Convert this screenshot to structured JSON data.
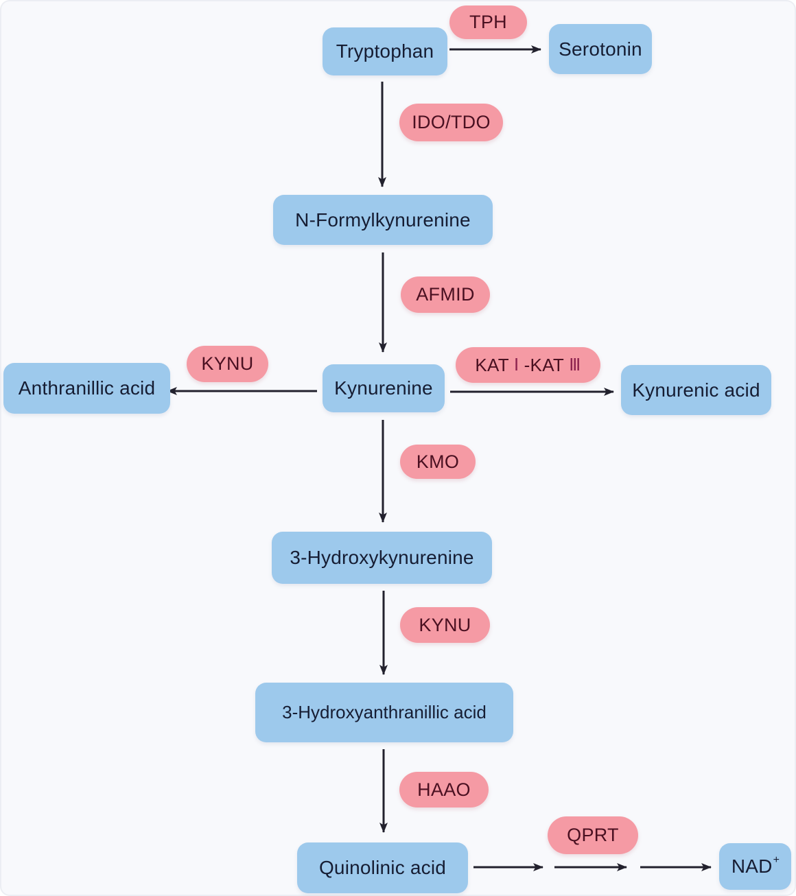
{
  "colors": {
    "background": "#f8f9fc",
    "metabolite_fill": "#9dc9ec",
    "metabolite_text": "#161d33",
    "enzyme_fill": "#f59aa4",
    "enzyme_text": "#4a1021",
    "kat_numeral_color": "#8e2450",
    "arrow": "#22212d"
  },
  "metabolites": {
    "tryptophan": {
      "label": "Tryptophan"
    },
    "serotonin": {
      "label": "Serotonin"
    },
    "formylkynurenine": {
      "label": "N-Formylkynurenine"
    },
    "anthranillic_acid": {
      "label": "Anthranillic acid"
    },
    "kynurenine": {
      "label": "Kynurenine"
    },
    "kynurenic_acid": {
      "label": "Kynurenic acid"
    },
    "hydroxykynurenine": {
      "label": "3-Hydroxykynurenine"
    },
    "hydroxyanthranillic_acid": {
      "label": "3-Hydroxyanthranillic acid"
    },
    "quinolinic_acid": {
      "label": "Quinolinic acid"
    },
    "nad": {
      "label": "NAD",
      "sup": "+"
    }
  },
  "enzymes": {
    "tph": {
      "label": "TPH"
    },
    "ido_tdo": {
      "label": "IDO/TDO"
    },
    "afmid": {
      "label": "AFMID"
    },
    "kynu_upper": {
      "label": "KYNU"
    },
    "kat": {
      "label": "KAT Ⅰ -KAT Ⅲ",
      "pre": "KAT",
      "numeral_1": "Ⅰ",
      "mid": "-KAT",
      "numeral_2": "Ⅲ"
    },
    "kmo": {
      "label": "KMO"
    },
    "kynu_lower": {
      "label": "KYNU"
    },
    "haao": {
      "label": "HAAO"
    },
    "qprt": {
      "label": "QPRT"
    }
  },
  "reactions": [
    {
      "from": "Tryptophan",
      "to": "Serotonin",
      "enzyme": "TPH"
    },
    {
      "from": "Tryptophan",
      "to": "N-Formylkynurenine",
      "enzyme": "IDO/TDO"
    },
    {
      "from": "N-Formylkynurenine",
      "to": "Kynurenine",
      "enzyme": "AFMID"
    },
    {
      "from": "Kynurenine",
      "to": "Anthranillic acid",
      "enzyme": "KYNU"
    },
    {
      "from": "Kynurenine",
      "to": "Kynurenic acid",
      "enzyme": "KAT Ⅰ -KAT Ⅲ"
    },
    {
      "from": "Kynurenine",
      "to": "3-Hydroxykynurenine",
      "enzyme": "KMO"
    },
    {
      "from": "3-Hydroxykynurenine",
      "to": "3-Hydroxyanthranillic acid",
      "enzyme": "KYNU"
    },
    {
      "from": "3-Hydroxyanthranillic acid",
      "to": "Quinolinic acid",
      "enzyme": "HAAO"
    },
    {
      "from": "Quinolinic acid",
      "to": "NAD+",
      "enzyme": "QPRT",
      "arrows": 3
    }
  ]
}
